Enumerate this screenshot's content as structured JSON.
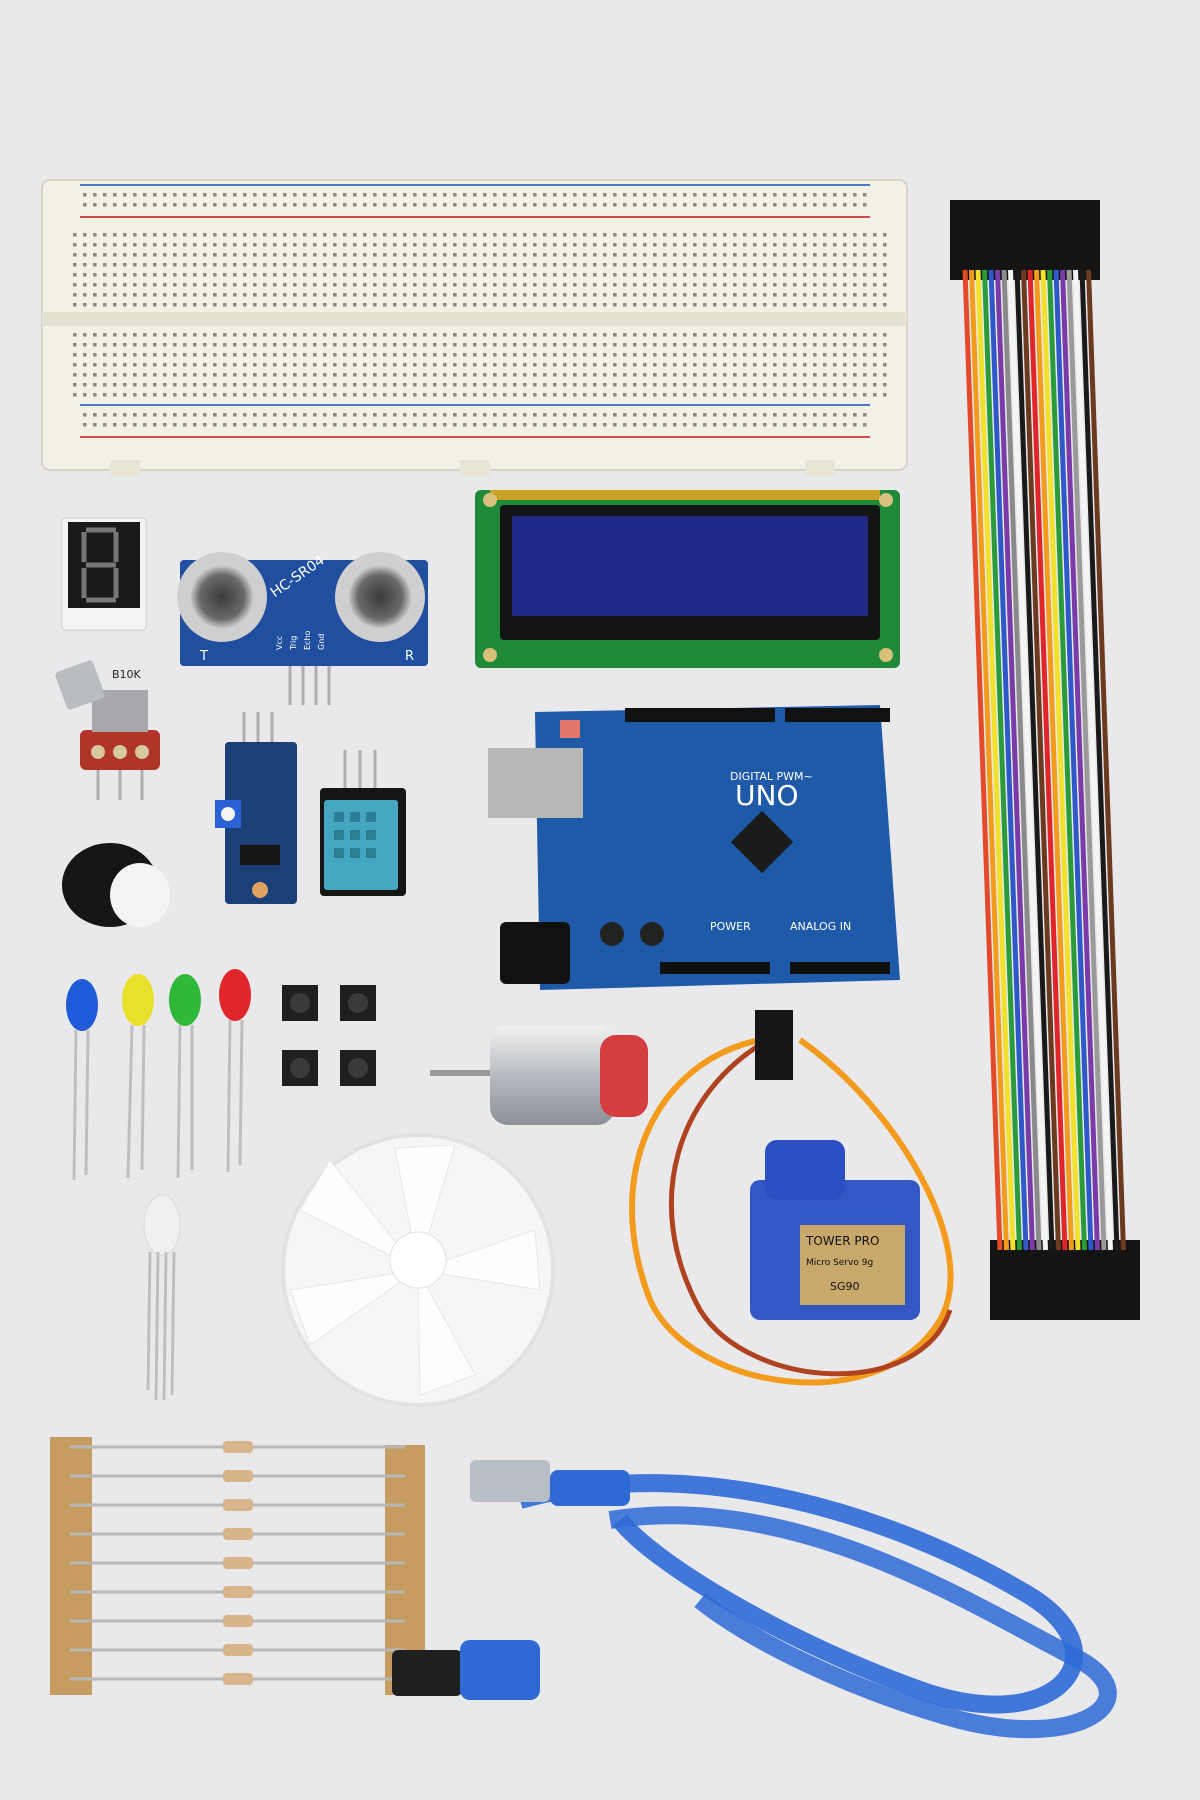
{
  "labels": {
    "ultrasonic": "HC-SR04",
    "ultrasonic_t": "T",
    "ultrasonic_r": "R",
    "pins": [
      "Vcc",
      "Trig",
      "Echo",
      "Gnd"
    ],
    "pot": "B10K",
    "uno": "UNO",
    "digital": "DIGITAL PWM~",
    "power": "POWER",
    "analog": "ANALOG IN",
    "servo_brand": "TOWER PRO",
    "servo_model": "Micro Servo 9g",
    "servo_code": "SG90"
  },
  "colors": {
    "background": "#e9e9ec",
    "board": "#1e5aa8",
    "cable": "#2d6ad6",
    "breadboard": "#f3f0e6",
    "lcd_pcb": "#1f8a3a",
    "lcd_screen": "#1f2a88"
  },
  "leds": [
    "#1f5bd8",
    "#e8e02a",
    "#2fb83a",
    "#e0262a"
  ],
  "wires": [
    "#e34a2a",
    "#f39b1d",
    "#f2e12a",
    "#2a9b3a",
    "#2f58c8",
    "#7a3aa8",
    "#8a8a8a",
    "#f4f4f4",
    "#1a1a1a",
    "#6b3a1f",
    "#e0262a",
    "#f39b1d",
    "#f2e12a",
    "#2a9b3a",
    "#2f58c8",
    "#7a3aa8",
    "#9a9a9a",
    "#f4f4f4",
    "#1a1a1a",
    "#6b3a1f"
  ]
}
